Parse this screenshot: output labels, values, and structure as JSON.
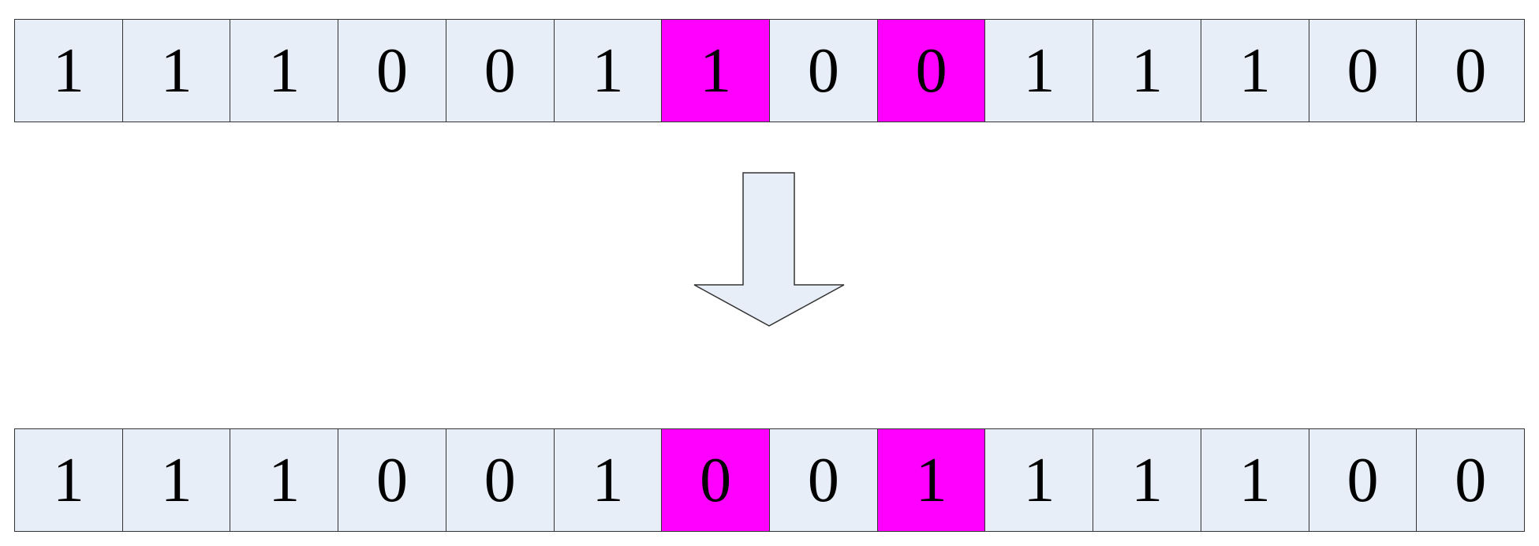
{
  "colors": {
    "cell_fill": "#e8eef8",
    "highlight_fill": "#ff00ff",
    "border": "#333333",
    "arrow_fill": "#e8eef8"
  },
  "top_row": {
    "bits": [
      "1",
      "1",
      "1",
      "0",
      "0",
      "1",
      "1",
      "0",
      "0",
      "1",
      "1",
      "1",
      "0",
      "0"
    ],
    "highlighted_indices": [
      6,
      8
    ]
  },
  "bottom_row": {
    "bits": [
      "1",
      "1",
      "1",
      "0",
      "0",
      "1",
      "0",
      "0",
      "1",
      "1",
      "1",
      "1",
      "0",
      "0"
    ],
    "highlighted_indices": [
      6,
      8
    ]
  },
  "arrow_icon": "down-arrow-icon"
}
